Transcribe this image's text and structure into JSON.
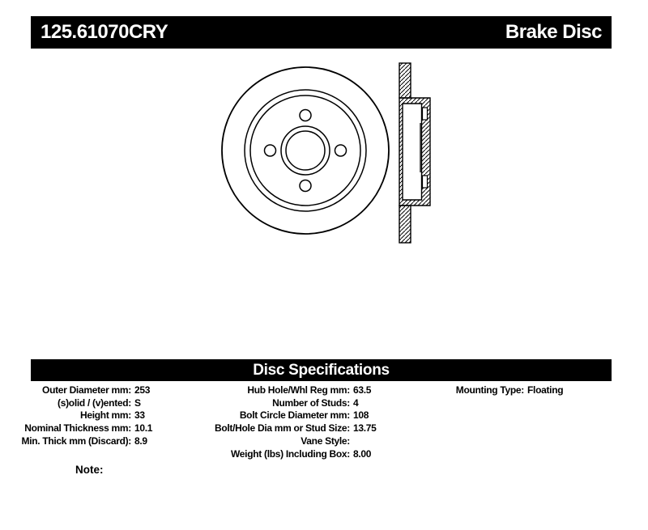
{
  "header": {
    "part_number": "125.61070CRY",
    "product_type": "Brake Disc"
  },
  "drawing": {
    "description": "Brake disc technical line drawing: front view with 4 stud holes and side cross-section"
  },
  "specs": {
    "section_title": "Disc Specifications",
    "left": [
      {
        "label": "Outer Diameter mm:",
        "value": "253"
      },
      {
        "label": "(s)olid / (v)ented:",
        "value": "S"
      },
      {
        "label": "Height mm:",
        "value": "33"
      },
      {
        "label": "Nominal Thickness mm:",
        "value": "10.1"
      },
      {
        "label": "Min. Thick mm (Discard):",
        "value": "8.9"
      }
    ],
    "middle": [
      {
        "label": "Hub Hole/Whl Reg mm:",
        "value": "63.5"
      },
      {
        "label": "Number of Studs:",
        "value": "4"
      },
      {
        "label": "Bolt Circle Diameter mm:",
        "value": "108"
      },
      {
        "label": "Bolt/Hole Dia mm or Stud Size:",
        "value": "13.75"
      },
      {
        "label": "Vane Style:",
        "value": ""
      },
      {
        "label": "Weight (lbs) Including Box:",
        "value": "8.00"
      }
    ],
    "right": [
      {
        "label": "Mounting Type:",
        "value": "Floating"
      }
    ]
  },
  "note_label": "Note:",
  "colors": {
    "bar_background": "#000000",
    "bar_text": "#ffffff",
    "line_color": "#000000",
    "page_background": "#ffffff"
  }
}
